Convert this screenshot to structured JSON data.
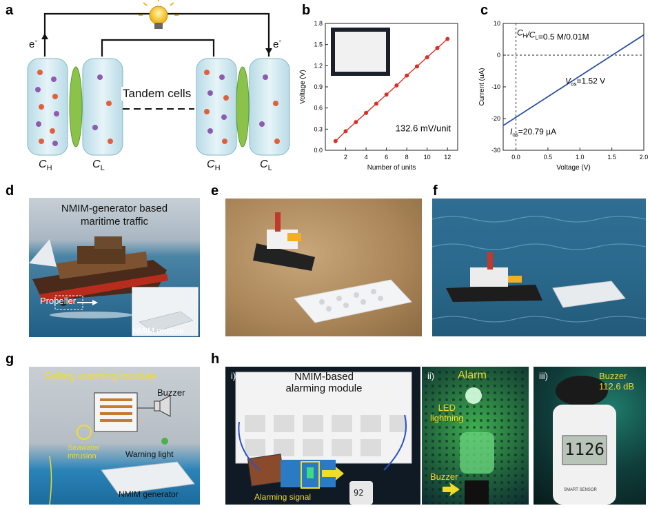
{
  "panel_labels": {
    "a": "a",
    "b": "b",
    "c": "c",
    "d": "d",
    "e": "e",
    "f": "f",
    "g": "g",
    "h": "h"
  },
  "panel_a": {
    "electron_left": "e",
    "electron_right": "e",
    "middle_label": "Tandem cells",
    "cells": [
      {
        "main": "C",
        "sub": "H"
      },
      {
        "main": "C",
        "sub": "L"
      },
      {
        "main": "C",
        "sub": "H"
      },
      {
        "main": "C",
        "sub": "L"
      }
    ]
  },
  "chart_data": [
    {
      "type": "line",
      "xlabel": "Number of units",
      "ylabel": "Voltage (V)",
      "xlim": [
        0,
        13
      ],
      "ylim": [
        0,
        1.8
      ],
      "xticks": [
        "2",
        "4",
        "6",
        "8",
        "10",
        "12"
      ],
      "yticks": [
        "0.0",
        "0.3",
        "0.6",
        "0.9",
        "1.2",
        "1.5",
        "1.8"
      ],
      "x": [
        1,
        2,
        3,
        4,
        5,
        6,
        7,
        8,
        9,
        10,
        11,
        12
      ],
      "y": [
        0.13,
        0.27,
        0.4,
        0.53,
        0.66,
        0.79,
        0.92,
        1.06,
        1.19,
        1.32,
        1.45,
        1.58
      ],
      "annotation": "132.6 mV/unit",
      "color": "#d93025"
    },
    {
      "type": "line",
      "xlabel": "Voltage (V)",
      "ylabel": "Current (uA)",
      "xlim": [
        -0.2,
        2.0
      ],
      "ylim": [
        -30,
        10
      ],
      "xticks": [
        "0.0",
        "0.5",
        "1.0",
        "1.5",
        "2.0"
      ],
      "yticks": [
        "10",
        "0",
        "-10",
        "-20",
        "-30"
      ],
      "x": [
        -0.2,
        2.0
      ],
      "y": [
        -22.2,
        6.4
      ],
      "color": "#2a4fa0",
      "annotations": {
        "ratio_pre": "C",
        "ratio_s1": "H",
        "ratio_mid": "/C",
        "ratio_s2": "L",
        "ratio_post": "=0.5 M/0.01M",
        "vos_pre": "V",
        "vos_sub": "os",
        "vos_post": "=1.52 V",
        "ios_pre": "I",
        "ios_sub": "os",
        "ios_post": "=20.79 µA"
      }
    }
  ],
  "panel_d": {
    "title_line1": "NMIM-generator based",
    "title_line2": "maritime traffic",
    "propeller": "Propeller",
    "module": "NMIM module"
  },
  "panel_g": {
    "title": "Safety warning module",
    "buzzer": "Buzzer",
    "intrusion_line1": "Seawater",
    "intrusion_line2": "intrusion",
    "warning_light": "Warning light",
    "generator": "NMIM generator"
  },
  "panel_h": {
    "sub_i": "i)",
    "title_line1": "NMIM-based",
    "title_line2": "alarming module",
    "signal": "Alarming signal",
    "meter_small": "92"
  },
  "panel_h2": {
    "sub_ii": "ii)",
    "alarm": "Alarm",
    "led_line1": "LED",
    "led_line2": "lightning",
    "buzzer": "Buzzer"
  },
  "panel_h3": {
    "sub_iii": "iii)",
    "buzzer": "Buzzer",
    "db": "112.6 dB",
    "reading": "1126",
    "brand": "SMART SENSOR"
  }
}
